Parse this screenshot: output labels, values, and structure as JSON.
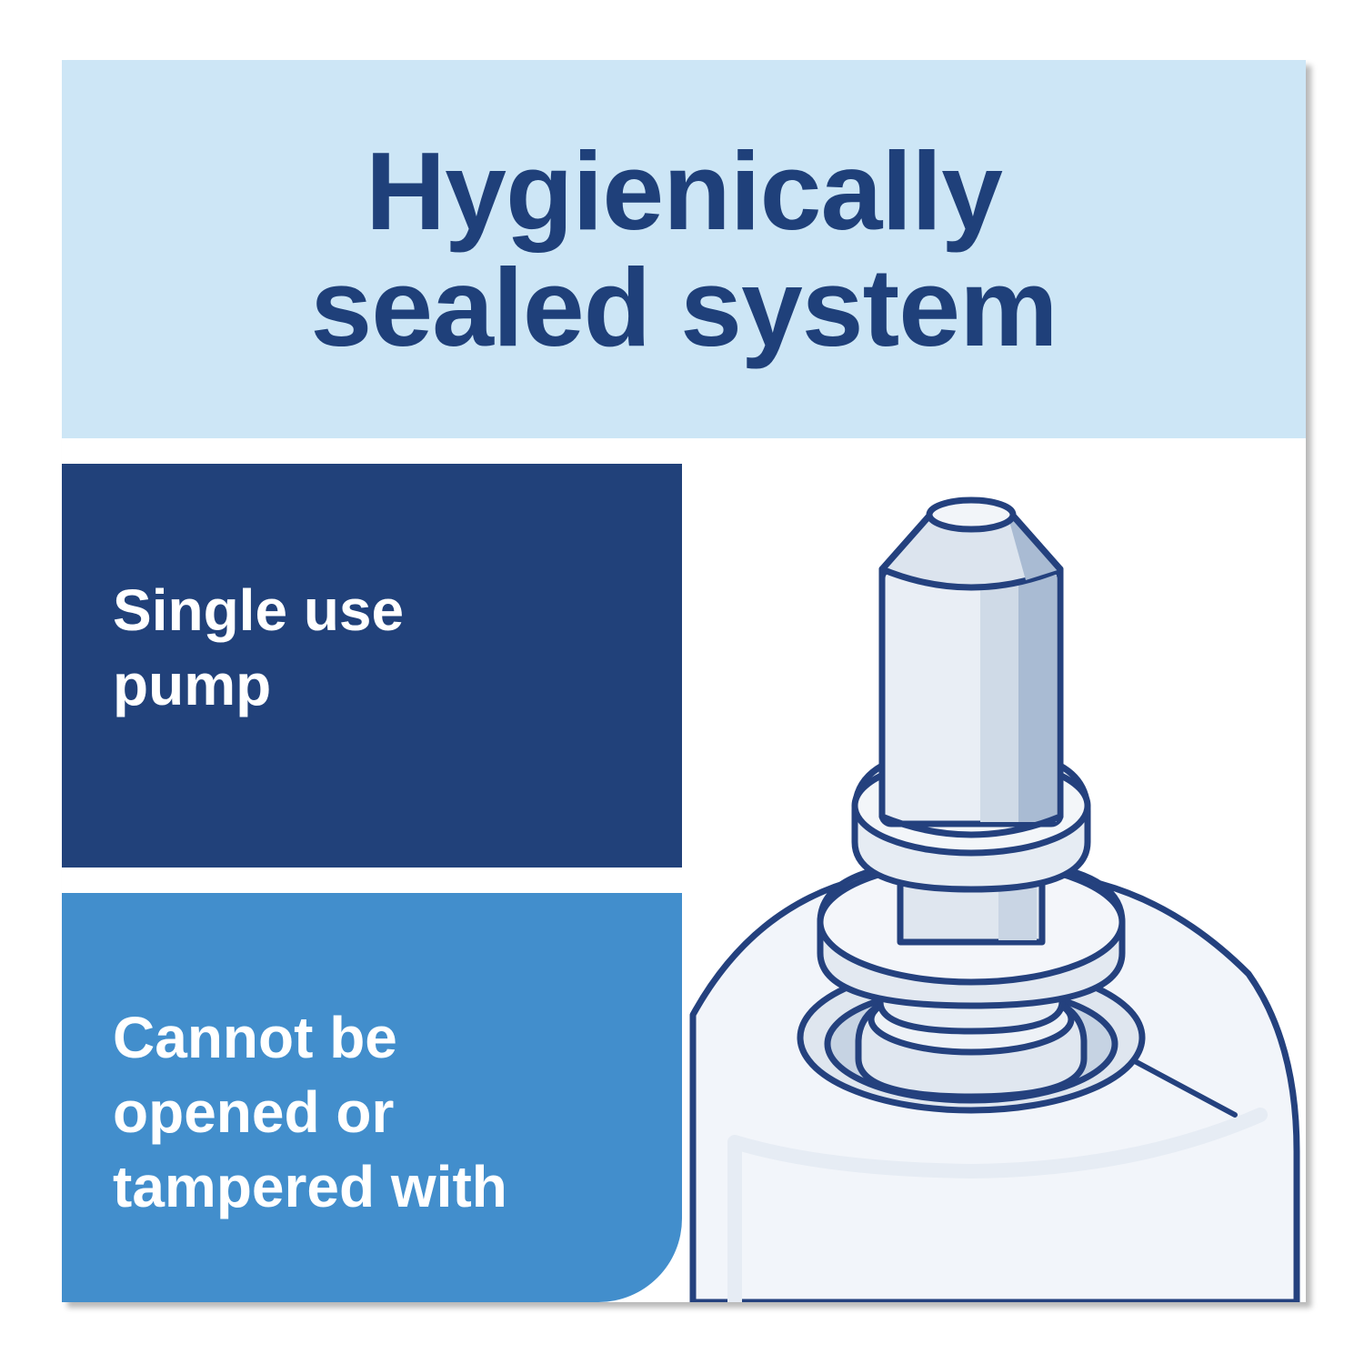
{
  "header": {
    "title_line1": "Hygienically",
    "title_line2": "sealed system"
  },
  "features": [
    {
      "lines": [
        "Single use",
        "pump"
      ]
    },
    {
      "lines": [
        "Cannot be",
        "opened or",
        "tampered with"
      ]
    }
  ],
  "colors": {
    "header_bg": "#cde6f6",
    "title": "#1f407a",
    "dark_box": "#21417a",
    "light_box": "#428ecc",
    "outline": "#24417e"
  },
  "illustration": "pump-nozzle-icon"
}
